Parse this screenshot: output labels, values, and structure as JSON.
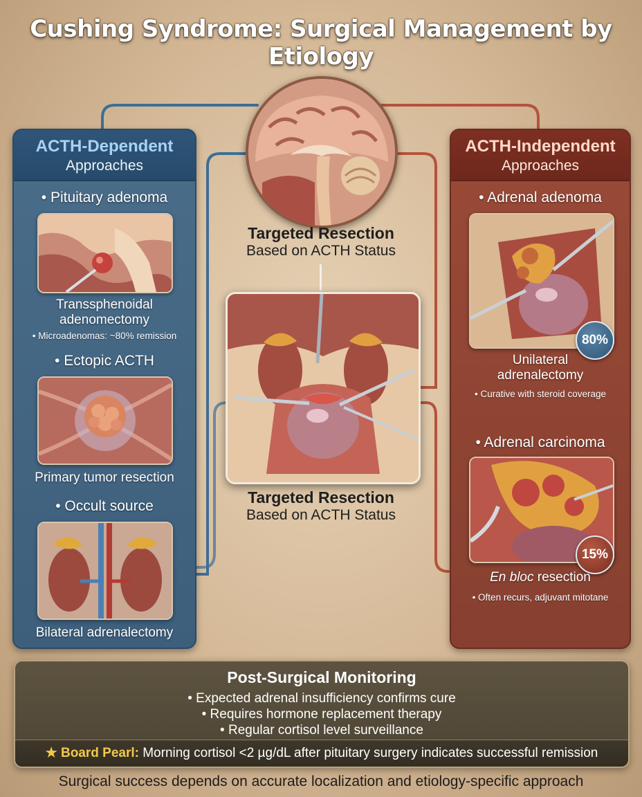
{
  "title": "Cushing Syndrome: Surgical Management by Etiology",
  "left_panel": {
    "heading": "ACTH-Dependent",
    "subheading": "Approaches",
    "items": [
      {
        "title": "• Pituitary adenoma",
        "caption": "Transsphenoidal adenomectomy",
        "note": "• Microadenomas: ~80% remission"
      },
      {
        "title": "• Ectopic ACTH",
        "caption": "Primary tumor resection"
      },
      {
        "title": "• Occult source",
        "caption": "Bilateral adrenalectomy"
      }
    ]
  },
  "right_panel": {
    "heading": "ACTH-Independent",
    "subheading": "Approaches",
    "items": [
      {
        "title": "• Adrenal adenoma",
        "badge": "80%",
        "caption": "Unilateral adrenalectomy",
        "note": "• Curative with steroid coverage"
      },
      {
        "title": "• Adrenal carcinoma",
        "badge": "15%",
        "caption_italic": "En bloc",
        "caption_rest": " resection",
        "note": "• Often recurs, adjuvant mitotane"
      }
    ]
  },
  "center": {
    "upper_line1": "Targeted Resection",
    "upper_line2": "Based on ACTH Status",
    "lower_line1": "Targeted Resection",
    "lower_line2": "Based on ACTH Status"
  },
  "monitoring": {
    "title": "Post-Surgical Monitoring",
    "points": [
      "• Expected adrenal insufficiency confirms cure",
      "• Requires hormone replacement therapy",
      "• Regular cortisol level surveillance"
    ],
    "pearl_label": "★ Board Pearl:",
    "pearl_text": " Morning cortisol <2 µg/dL after pituitary surgery indicates successful remission"
  },
  "footer": "Surgical success depends on accurate localization and etiology-specific approach",
  "colors": {
    "dependent": "#3d5f7c",
    "independent": "#874030",
    "monitor": "#4c4434",
    "pearl_label": "#f2c94c"
  }
}
